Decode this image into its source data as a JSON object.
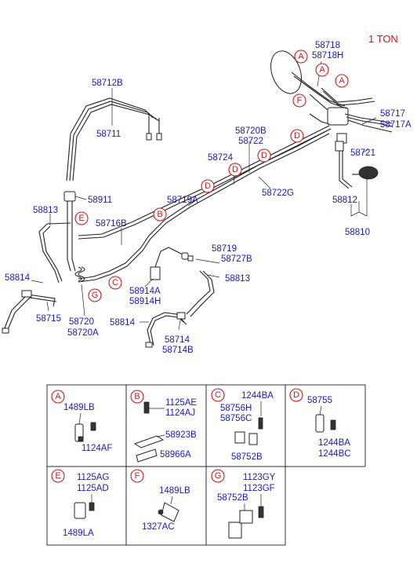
{
  "title": "1 TON",
  "main_labels": {
    "p58718": "58718",
    "p58718H": "58718H",
    "p58712B": "58712B",
    "p58711": "58711",
    "p58717": "58717",
    "p58717A": "58717A",
    "p58720B": "58720B",
    "p58722": "58722",
    "p58721": "58721",
    "p58724": "58724",
    "p58722G": "58722G",
    "p58911": "58911",
    "p58719A": "58719A",
    "p58812": "58812",
    "p58813_left": "58813",
    "p58716B": "58716B",
    "p58810": "58810",
    "p58719": "58719",
    "p58727B": "58727B",
    "p58814_left": "58814",
    "p58813_right": "58813",
    "p58914A": "58914A",
    "p58914H": "58914H",
    "p58715": "58715",
    "p58720": "58720",
    "p58720A": "58720A",
    "p58814_mid": "58814",
    "p58714": "58714",
    "p58714B": "58714B"
  },
  "callouts_main": {
    "a1": "A",
    "a2": "A",
    "a3": "A",
    "f1": "F",
    "d1": "D",
    "d2": "D",
    "d3": "D",
    "d4": "D",
    "b1": "B",
    "e1": "E",
    "c1": "C",
    "g1": "G"
  },
  "detail_cells": {
    "A": {
      "letter": "A",
      "labels": [
        "1489LB",
        "1124AF"
      ]
    },
    "B": {
      "letter": "B",
      "labels": [
        "1125AE",
        "1124AJ",
        "58923B",
        "58966A"
      ]
    },
    "C": {
      "letter": "C",
      "labels": [
        "1244BA",
        "58756H",
        "58756C",
        "58752B"
      ]
    },
    "D": {
      "letter": "D",
      "labels": [
        "58755",
        "1244BA",
        "1244BC"
      ]
    },
    "E": {
      "letter": "E",
      "labels": [
        "1125AG",
        "1125AD",
        "1489LA"
      ]
    },
    "F": {
      "letter": "F",
      "labels": [
        "1489LB",
        "1327AC"
      ]
    },
    "G": {
      "letter": "G",
      "labels": [
        "1123GY",
        "1123GF",
        "58752B"
      ]
    }
  }
}
